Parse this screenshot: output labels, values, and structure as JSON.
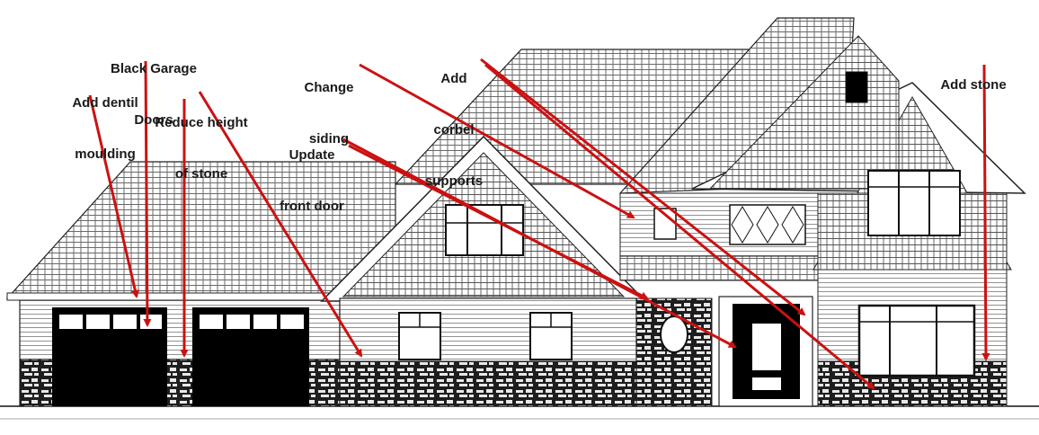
{
  "annotations": [
    {
      "id": "dentil",
      "lines": [
        "Add dentil",
        "moulding"
      ]
    },
    {
      "id": "garage",
      "lines": [
        "Black Garage",
        "Doors"
      ]
    },
    {
      "id": "stone-height",
      "lines": [
        "Reduce height",
        "of stone"
      ]
    },
    {
      "id": "siding",
      "lines": [
        "Change",
        "siding"
      ]
    },
    {
      "id": "front-door",
      "lines": [
        "Update",
        "front door"
      ]
    },
    {
      "id": "corbel",
      "lines": [
        "Add",
        "corbel",
        "supports"
      ]
    },
    {
      "id": "add-stone",
      "lines": [
        "Add stone"
      ]
    }
  ],
  "colors": {
    "arrow": "#cc1111",
    "line": "#111111",
    "roof": "#777777",
    "stone": "#2a2a2a",
    "door": "#000000"
  }
}
